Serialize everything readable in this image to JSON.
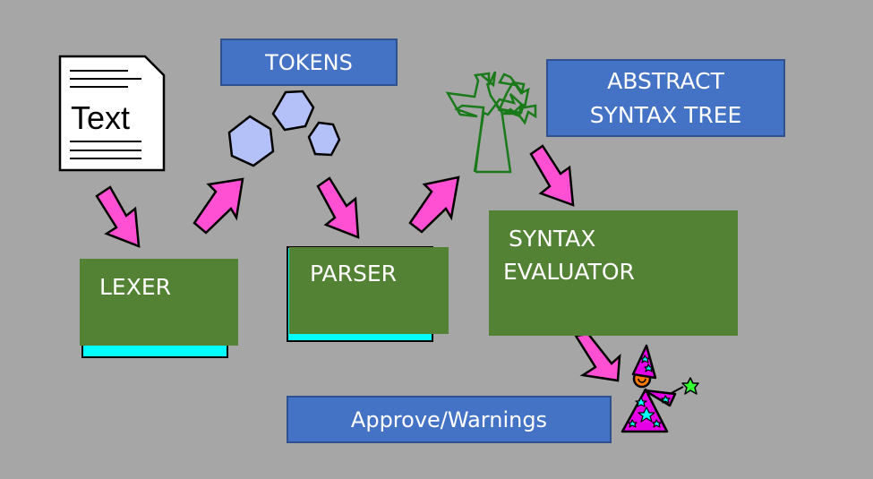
{
  "diagram": {
    "title": "Compiler pipeline",
    "source": {
      "label": "Text",
      "icon": "text-document-icon"
    },
    "tokens": {
      "label": "TOKENS",
      "icon": "hexagon-tokens-icon",
      "fill": "#b4c0f8"
    },
    "ast": {
      "label_line1": "ABSTRACT",
      "label_line2": "SYNTAX TREE",
      "icon": "tree-icon",
      "stroke": "#1a7a1a"
    },
    "stages": [
      {
        "id": "lexer",
        "label": "LEXER"
      },
      {
        "id": "parser",
        "label": "PARSER"
      },
      {
        "id": "evaluator",
        "label_line1": "SYNTAX",
        "label_line2": "EVALUATOR"
      }
    ],
    "output": {
      "label": "Approve/Warnings",
      "icon": "wizard-icon"
    },
    "arrows": [
      {
        "from": "text",
        "to": "lexer"
      },
      {
        "from": "lexer",
        "to": "tokens"
      },
      {
        "from": "tokens",
        "to": "parser"
      },
      {
        "from": "parser",
        "to": "ast"
      },
      {
        "from": "ast",
        "to": "evaluator"
      },
      {
        "from": "evaluator",
        "to": "wizard"
      }
    ],
    "colors": {
      "background": "#a6a6a6",
      "blue_box": "#4472c4",
      "green_box": "#548235",
      "arrow": "#ff4fd2",
      "cyan_bar": "#00ffff",
      "wizard_robe": "#e600e6",
      "wizard_face": "#ff7a00",
      "star_cyan": "#00ffff",
      "star_green": "#33ff33"
    }
  }
}
